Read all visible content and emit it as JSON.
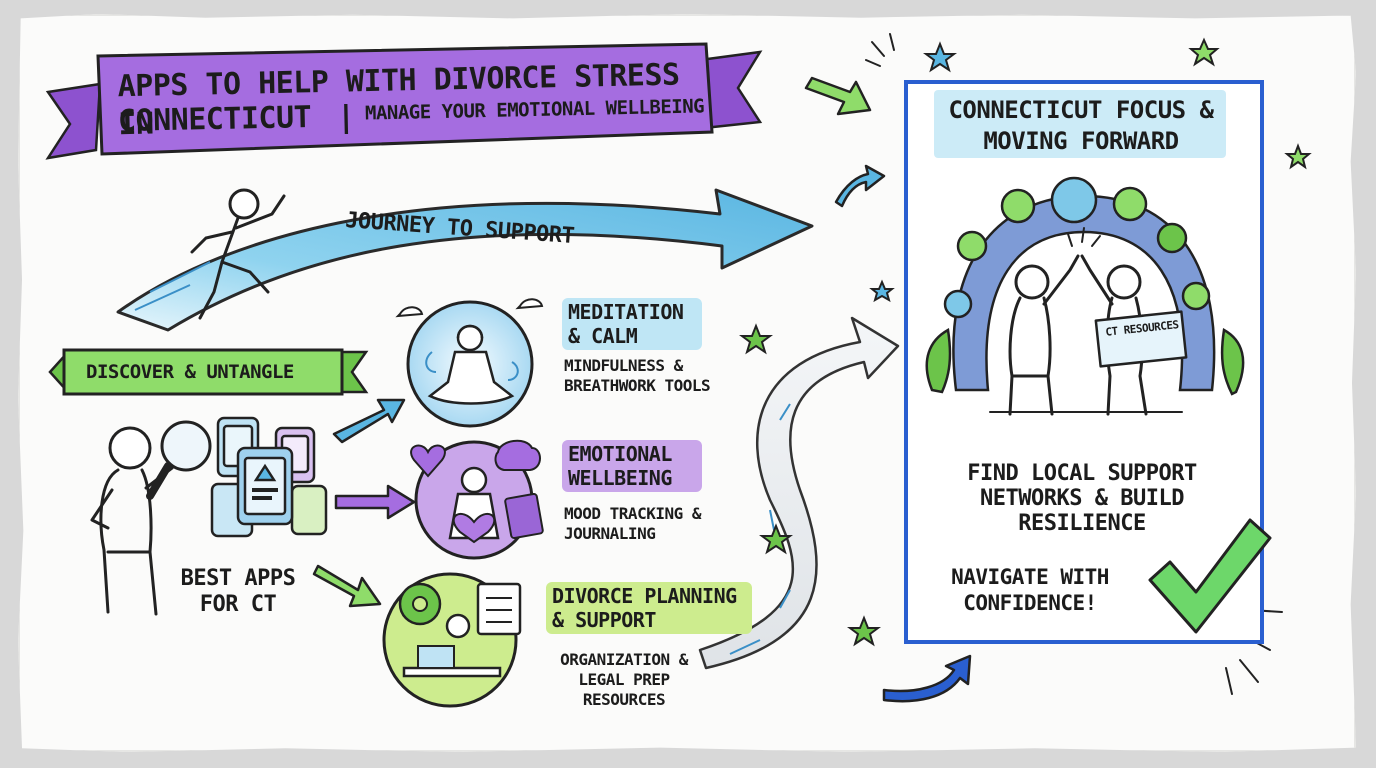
{
  "title": {
    "main": "APPS TO HELP WITH DIVORCE STRESS IN",
    "line2": "CONNECTICUT",
    "separator": "|",
    "sub": "MANAGE YOUR EMOTIONAL WELLBEING"
  },
  "journey_label": "JOURNEY TO SUPPORT",
  "discover_label": "DISCOVER & UNTANGLE",
  "best_apps_label": "BEST APPS FOR CT",
  "categories": [
    {
      "title": "MEDITATION & CALM",
      "description": "MINDFULNESS & BREATHWORK TOOLS",
      "color": "#bfe6f5"
    },
    {
      "title": "EMOTIONAL WELLBEING",
      "description": "MOOD TRACKING & JOURNALING",
      "color": "#c9a6ea"
    },
    {
      "title": "DIVORCE PLANNING & SUPPORT",
      "description": "ORGANIZATION & LEGAL PREP RESOURCES",
      "color": "#cdec8e"
    }
  ],
  "connecticut_panel": {
    "heading": "CONNECTICUT FOCUS & MOVING FORWARD",
    "sign": "CT RESOURCES",
    "support_text": "FIND LOCAL SUPPORT NETWORKS & BUILD RESILIENCE",
    "closing_text": "NAVIGATE WITH CONFIDENCE!"
  },
  "colors": {
    "banner_purple": "#a56de0",
    "ribbon_green": "#8fdc6a",
    "arrow_blue": "#6cc2e6",
    "panel_border": "#2a5fd0",
    "check_green": "#6dd76a"
  }
}
